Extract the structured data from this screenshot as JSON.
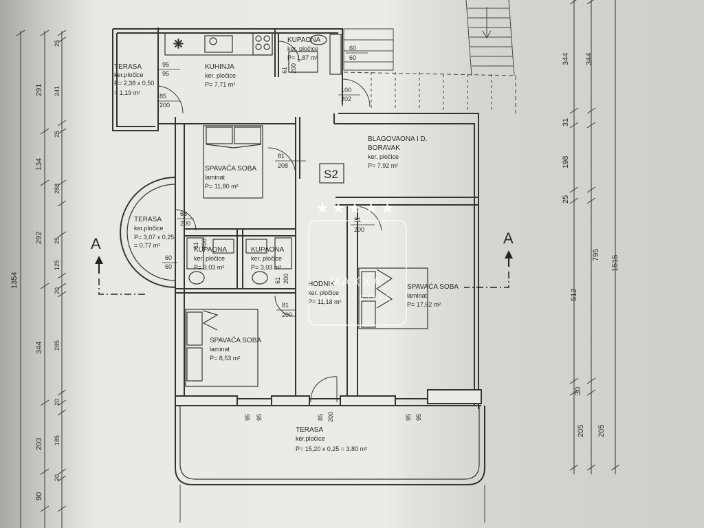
{
  "unit_label": "S2",
  "rooms": {
    "terasa_kitchen": {
      "name": "TERASA",
      "floor": "ker.pločice",
      "area": "P= 2,38 x 0,50",
      "area2": "= 1,19 m²"
    },
    "kuhinja": {
      "name": "KUHINJA",
      "floor": "ker. pločice",
      "area": "P= 7,71 m²"
    },
    "kupaona_top": {
      "name": "KUPAONA",
      "floor": "ker. pločice",
      "area": "P= 1,87 m²"
    },
    "blagovaona": {
      "name": "BLAGOVAONA I D.",
      "name2": "BORAVAK",
      "floor": "ker. pločice",
      "area": "P= 7,92 m²"
    },
    "spavaca_1": {
      "name": "SPAVAĆA SOBA",
      "floor": "laminat",
      "area": "P= 11,80 m²"
    },
    "terasa_round": {
      "name": "TERASA",
      "floor": "ker.pločice",
      "area": "P= 3,07 x 0,25",
      "area2": "= 0,77 m²"
    },
    "kupaona_left": {
      "name": "KUPAONA",
      "floor": "ker. pločice",
      "area": "P= 3,03 m²"
    },
    "kupaona_mid": {
      "name": "KUPAONA",
      "floor": "ker. pločice",
      "area": "P= 3,03 m²"
    },
    "hodnik": {
      "name": "HODNIK",
      "floor": "ker. pločice",
      "area": "P= 11,18 m²"
    },
    "spavaca_2": {
      "name": "SPAVAĆA SOBA",
      "floor": "laminat",
      "area": "P= 17,62 m²"
    },
    "spavaca_3": {
      "name": "SPAVAĆA SOBA",
      "floor": "laminat",
      "area": "P= 8,53 m²"
    },
    "terasa_bottom": {
      "name": "TERASA",
      "floor": "ker.pločice",
      "area": "P= 15,20 x 0,25 = 3,80 m²"
    }
  },
  "openings": {
    "o1a": "95",
    "o1b": "95",
    "o2a": "85",
    "o2b": "200",
    "o3a": "60",
    "o3b": "60",
    "o4a": "61",
    "o4b": "200",
    "o5a": "100",
    "o5b": "202",
    "o6a": "81",
    "o6b": "208",
    "o7a": "63",
    "o7b": "200",
    "o8a": "61",
    "o8b": "200",
    "o9a": "60",
    "o9b": "60",
    "o10a": "61",
    "o10b": "200",
    "o11a": "81",
    "o11b": "200",
    "o12a": "81",
    "o12b": "200",
    "o13a": "95",
    "o13b": "95",
    "o14a": "85",
    "o14b": "200",
    "o15a": "95",
    "o15b": "95"
  },
  "left_dims": {
    "outer": [
      "1354"
    ],
    "mid": [
      "291",
      "134",
      "292",
      "344",
      "203",
      "90"
    ],
    "inner": [
      "25",
      "241",
      "25",
      "288",
      "25",
      "125",
      "20",
      "285",
      "20",
      "185",
      "20"
    ]
  },
  "right_dims": {
    "outer": [
      "1515"
    ],
    "mid": [
      "344",
      "795",
      "205"
    ],
    "inner": [
      "344",
      "31",
      "198",
      "25",
      "512",
      "30",
      "205"
    ]
  },
  "section_markers": {
    "left": "A",
    "right": "A"
  },
  "watermark": {
    "stars": "★★★★★",
    "name": "MAXXA",
    "sub": "REAL ESTATE"
  }
}
